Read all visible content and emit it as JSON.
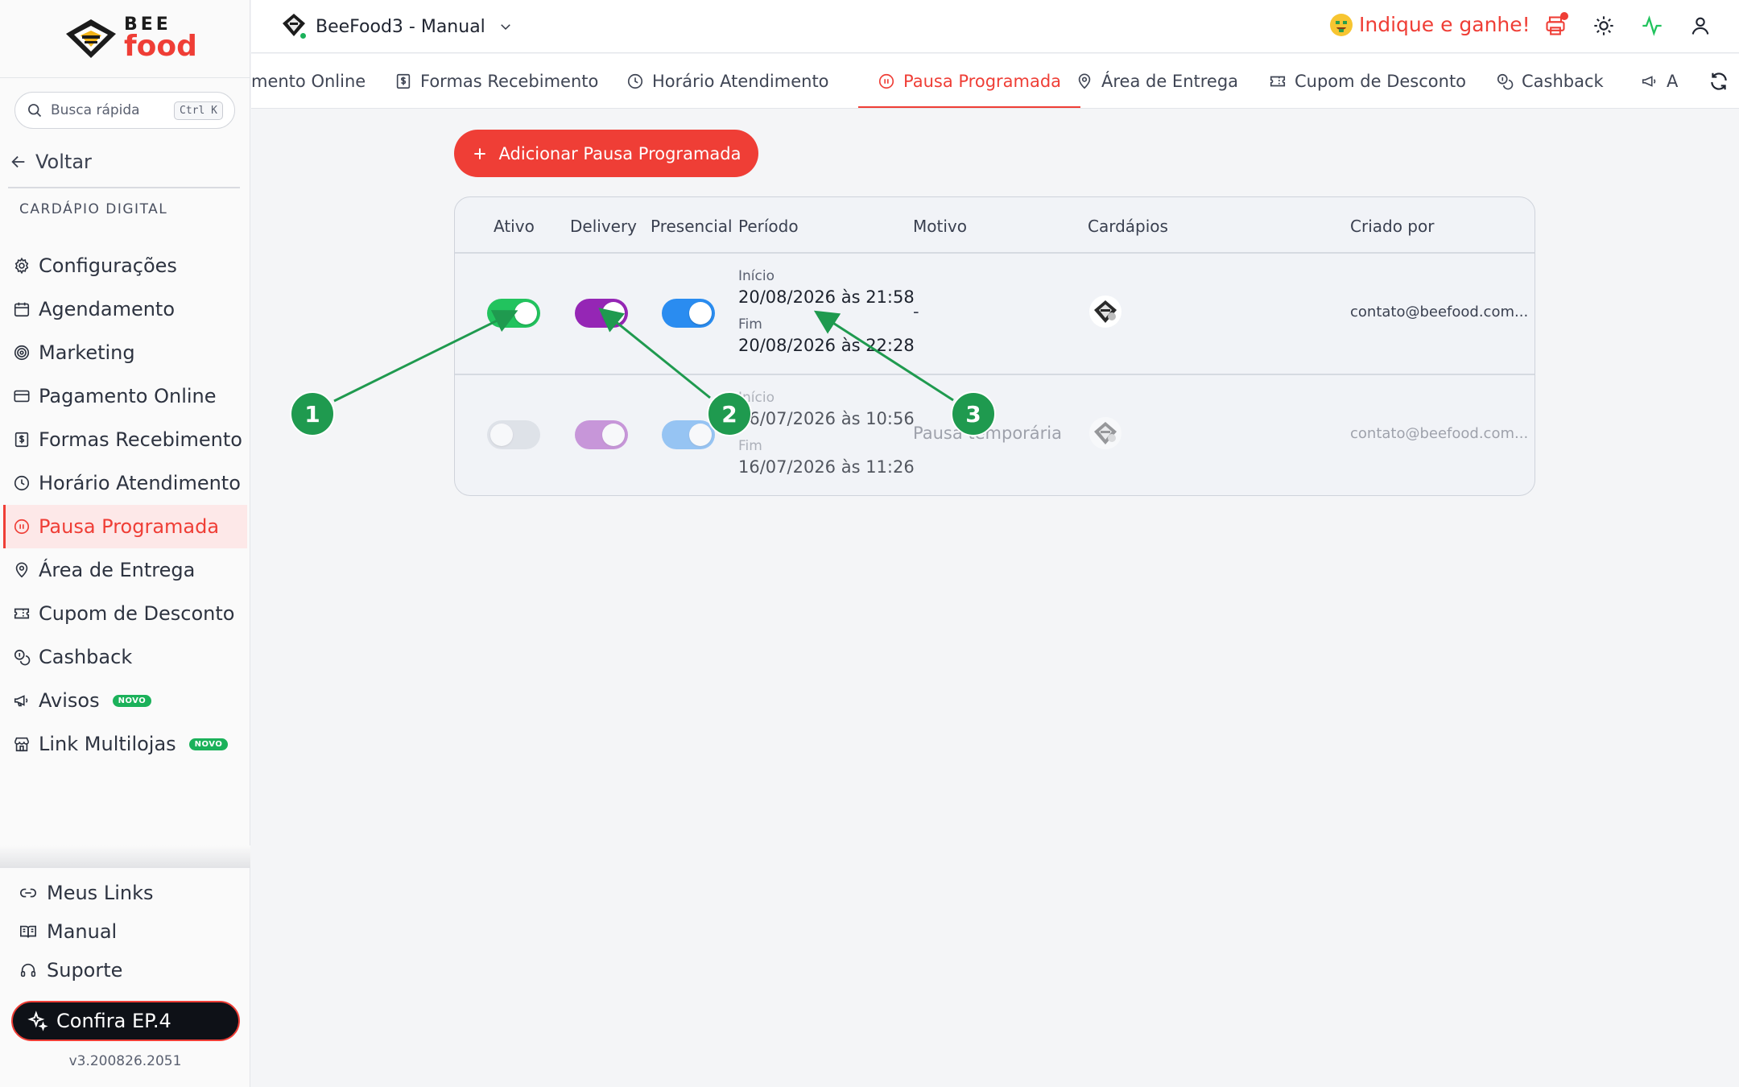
{
  "brand": {
    "line1": "BEE",
    "line2": "food"
  },
  "search": {
    "placeholder": "Busca rápida",
    "shortcut": "Ctrl K"
  },
  "sidebar": {
    "back_label": "Voltar",
    "section_title": "CARDÁPIO DIGITAL",
    "items": [
      {
        "label": "Configurações",
        "icon": "gear-icon"
      },
      {
        "label": "Agendamento",
        "icon": "calendar-icon"
      },
      {
        "label": "Marketing",
        "icon": "target-icon"
      },
      {
        "label": "Pagamento Online",
        "icon": "credit-card-icon"
      },
      {
        "label": "Formas Recebimento",
        "icon": "receipt-icon"
      },
      {
        "label": "Horário Atendimento",
        "icon": "clock-icon"
      },
      {
        "label": "Pausa Programada",
        "icon": "pause-icon"
      },
      {
        "label": "Área de Entrega",
        "icon": "map-pin-icon"
      },
      {
        "label": "Cupom de Desconto",
        "icon": "ticket-icon"
      },
      {
        "label": "Cashback",
        "icon": "coins-icon"
      },
      {
        "label": "Avisos",
        "icon": "megaphone-icon",
        "badge": "NOVO"
      },
      {
        "label": "Link Multilojas",
        "icon": "store-icon",
        "badge": "NOVO"
      }
    ],
    "bottom": [
      {
        "label": "Meus Links",
        "icon": "link-icon"
      },
      {
        "label": "Manual",
        "icon": "book-icon"
      },
      {
        "label": "Suporte",
        "icon": "headset-icon"
      }
    ],
    "cta_label": "Confira EP.4",
    "version": "v3.200826.2051"
  },
  "topbar": {
    "store_name": "BeeFood3 - Manual",
    "referral": "Indique e ganhe!"
  },
  "tabs": [
    {
      "label": "mento Online",
      "icon": ""
    },
    {
      "label": "Formas Recebimento",
      "icon": "receipt-icon"
    },
    {
      "label": "Horário Atendimento",
      "icon": "clock-icon"
    },
    {
      "label": "Pausa Programada",
      "icon": "pause-icon",
      "active": true
    },
    {
      "label": "Área de Entrega",
      "icon": "map-pin-icon"
    },
    {
      "label": "Cupom de Desconto",
      "icon": "ticket-icon"
    },
    {
      "label": "Cashback",
      "icon": "coins-icon"
    },
    {
      "label": "A",
      "icon": "megaphone-icon"
    }
  ],
  "main": {
    "add_button": "Adicionar Pausa Programada",
    "columns": [
      "Ativo",
      "Delivery",
      "Presencial",
      "Período",
      "Motivo",
      "Cardápios",
      "Criado por"
    ],
    "rows": [
      {
        "ativo": true,
        "delivery": true,
        "presencial": true,
        "inicio_label": "Início",
        "inicio": "20/08/2026 às 21:58",
        "fim_label": "Fim",
        "fim": "20/08/2026 às 22:28",
        "motivo": "-",
        "criado_por": "contato@beefood.com..."
      },
      {
        "ativo": false,
        "delivery": true,
        "presencial": true,
        "inicio_label": "Início",
        "inicio": "16/07/2026 às 10:56",
        "fim_label": "Fim",
        "fim": "16/07/2026 às 11:26",
        "motivo": "Pausa temporária",
        "criado_por": "contato@beefood.com..."
      }
    ]
  },
  "annotations": [
    "1",
    "2",
    "3"
  ],
  "colors": {
    "brand_red": "#ef3e36",
    "toggle_ativo": "#22c35e",
    "toggle_delivery": "#9526b5",
    "toggle_presencial": "#2a8cf0",
    "toggle_off": "#dde1e8",
    "marker_green": "#1f9a4f"
  }
}
